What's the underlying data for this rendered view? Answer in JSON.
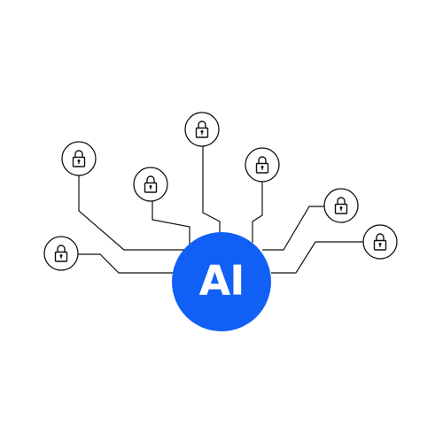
{
  "hub": {
    "label": "AI",
    "color": "#1060f5"
  },
  "nodes": [
    {
      "name": "lock-1",
      "icon": "lock-icon",
      "state": "locked"
    },
    {
      "name": "lock-2",
      "icon": "lock-icon",
      "state": "locked"
    },
    {
      "name": "lock-3",
      "icon": "lock-icon",
      "state": "locked"
    },
    {
      "name": "lock-4",
      "icon": "lock-icon",
      "state": "locked"
    },
    {
      "name": "lock-5",
      "icon": "lock-icon",
      "state": "locked"
    },
    {
      "name": "lock-6",
      "icon": "lock-icon",
      "state": "locked"
    },
    {
      "name": "lock-7",
      "icon": "lock-icon",
      "state": "locked"
    }
  ],
  "colors": {
    "line": "#111111",
    "background": "#ffffff"
  }
}
